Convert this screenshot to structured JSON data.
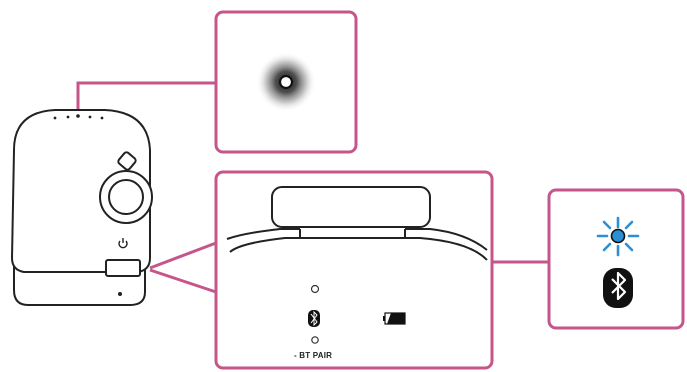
{
  "diagram": {
    "callout_color": "#c5568a",
    "indicator_blink_color": "#2b8fd6",
    "bt_pair_label": "- BT PAIR",
    "icons": {
      "power_led": "power-indicator-glow",
      "bluetooth": "bluetooth-icon",
      "battery": "battery-icon",
      "blink_rays": "blinking-rays"
    }
  }
}
